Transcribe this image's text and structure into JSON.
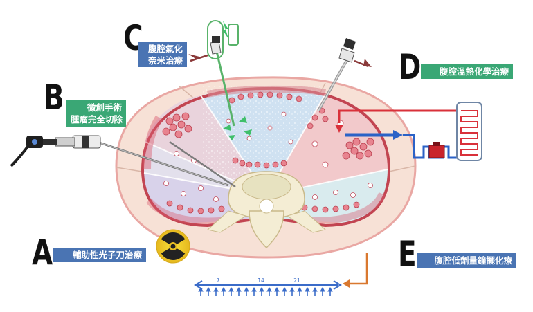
{
  "sections": {
    "a": {
      "letter": "A",
      "label": "輔助性光子刀治療",
      "color": "#4a74b3"
    },
    "b": {
      "letter": "B",
      "label_line1": "微創手術",
      "label_line2": "腫瘤完全切除",
      "color": "#3aa775"
    },
    "c": {
      "letter": "C",
      "label_line1": "腹腔氣化",
      "label_line2": "奈米治療",
      "color": "#4a74b3"
    },
    "d": {
      "letter": "D",
      "label": "腹腔溫熱化學治療",
      "color": "#3aa775"
    },
    "e": {
      "letter": "E",
      "label": "腹腔低劑量鐘擺化療",
      "color": "#4a74b3"
    }
  },
  "timeline": {
    "ticks": [
      "7",
      "14",
      "21"
    ],
    "color": "#3b6cc9"
  },
  "icons": {
    "radiation": "radiation-icon",
    "laparoscope": "laparoscope-icon",
    "trocar": "trocar-icon",
    "nebulizer": "nebulizer-icon",
    "heat_exchanger": "heat-exchanger-icon",
    "pump": "pump-icon"
  },
  "colors": {
    "tumor": "#d95a6e",
    "skin": "#f2d6c8",
    "heated_flow": "#d9313a",
    "cooled_flow": "#2b62c7",
    "pendulum_arrow": "#d9782f"
  }
}
